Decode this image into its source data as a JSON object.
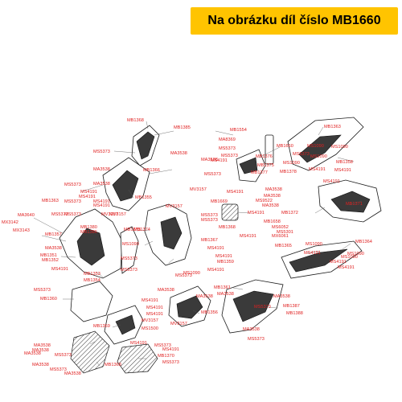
{
  "banner": {
    "text": "Na obrázku díl číslo MB1660"
  },
  "callouts": [
    "MB1368",
    "MB1385",
    "MS5373",
    "MA3538",
    "MA3538",
    "MB1366",
    "MA3538",
    "MA3538",
    "MB1554",
    "MA8369",
    "MS5373",
    "MS5373",
    "MS4191",
    "MB1660",
    "MS5373",
    "MB1376",
    "MB1375",
    "MB1377",
    "MB1378",
    "MB1363",
    "MS1090",
    "MS1090",
    "MS1090",
    "MS5373",
    "MS1090",
    "MB1358",
    "MS4191",
    "MS4191",
    "MS4191",
    "MS5373",
    "MB1363",
    "MS4191",
    "MS4191",
    "MS5373",
    "MB1355",
    "MS4191",
    "MS4191",
    "MV3157",
    "MV3157",
    "MB1669",
    "MS4191",
    "MA3538",
    "MA3538",
    "MV3157",
    "MS9522",
    "MA3538",
    "MS4191",
    "MB1372",
    "MB1371",
    "MS5373",
    "MS5373",
    "MA3640",
    "MS5373",
    "MV3157",
    "MS5373",
    "MB1373",
    "MX3142",
    "MX3143",
    "MB1357",
    "MB1380",
    "MB1386",
    "MB1374",
    "MB1368",
    "MB1658",
    "MS6052",
    "MS5301",
    "MX6061",
    "MS4191",
    "MS1090",
    "MA3538",
    "MB1367",
    "MS1090",
    "MB1364",
    "MB1365",
    "MS1090",
    "MS4191",
    "MS1090",
    "MS4191",
    "MS4191",
    "MS5373",
    "MB1351",
    "MB1352",
    "MS4191",
    "MB1353",
    "MB1354",
    "MS5373",
    "MS4191",
    "MB1359",
    "MS1090",
    "MS4191",
    "MS5373",
    "MS4191",
    "MS5373",
    "MB1360",
    "MA3538",
    "MB1361",
    "MA3538",
    "MA3538",
    "MS5373",
    "MA3538",
    "MB1387",
    "MB1388",
    "MS4191",
    "MS4191",
    "MS4191",
    "MB1356",
    "MV3157",
    "MV3157",
    "MB1369",
    "MS1500",
    "MS4191",
    "MS5373",
    "MA3538",
    "MA3538",
    "MA3538",
    "MS4191",
    "MB1370",
    "MS5373",
    "MS5373",
    "MA3538",
    "MB1368",
    "MA3538",
    "MS5373",
    "MA3538",
    "MS5373"
  ]
}
